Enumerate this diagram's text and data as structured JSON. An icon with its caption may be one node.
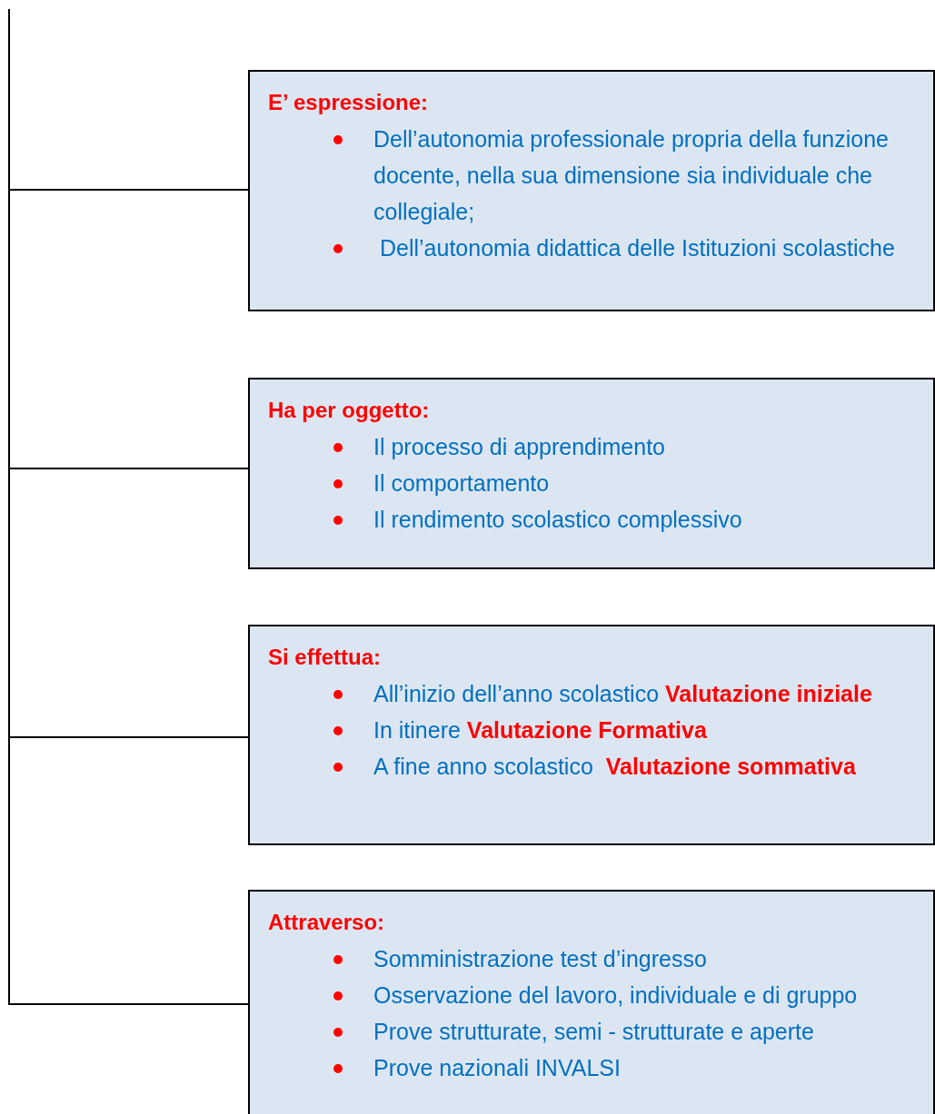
{
  "diagram": {
    "nodes": [
      {
        "text": [
          "E’ espressione:",
          "Dell’autonomia professionale propria della funzione docente, nella sua dimensione sia individuale che collegiale;",
          " Dell’autonomia didattica delle Istituzioni scolastiche"
        ]
      },
      {
        "text": [
          "Ha per oggetto:",
          "Il processo di apprendimento",
          "Il comportamento",
          "Il rendimento scolastico complessivo"
        ]
      },
      {
        "text": [
          "Si  effettua:",
          "All’inizio dell’anno scolastico **Valutazione iniziale**",
          "In itinere **Valutazione Formativa**",
          "A fine anno scolastico  **Valutazione sommativa**"
        ]
      },
      {
        "text": [
          "Attraverso:",
          "Somministrazione test d’ingresso",
          "Osservazione del lavoro, individuale e di gruppo",
          "Prove strutturate, semi - strutturate e aperte",
          "Prove nazionali INVALSI"
        ]
      }
    ],
    "edges": [
      {
        "from": null,
        "to": 0,
        "arrow": "none"
      },
      {
        "from": null,
        "to": 1,
        "arrow": "none"
      },
      {
        "from": null,
        "to": 2,
        "arrow": "none"
      },
      {
        "from": null,
        "to": 3,
        "arrow": "none"
      }
    ]
  }
}
